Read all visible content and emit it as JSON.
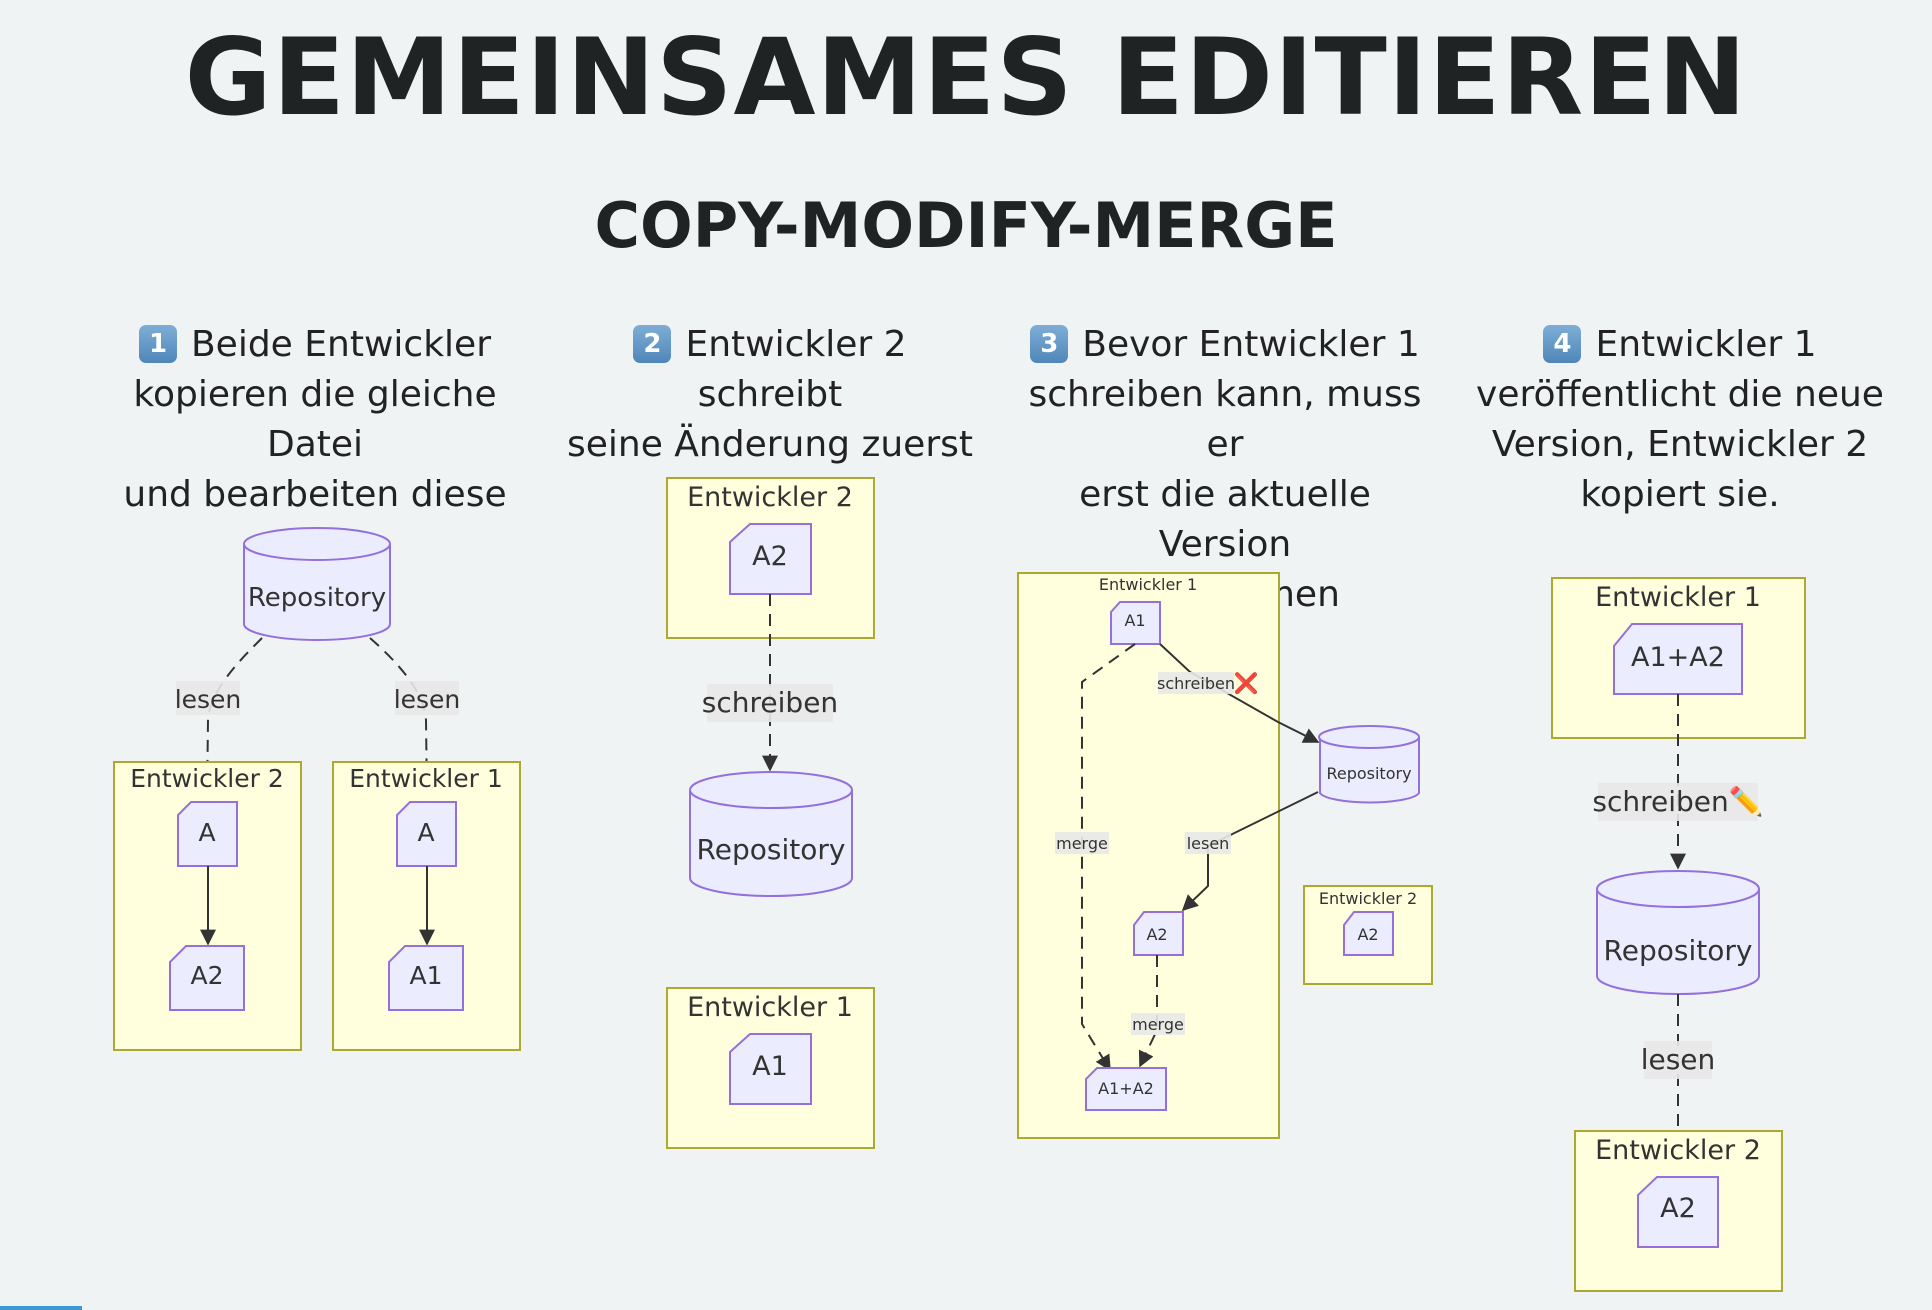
{
  "title": "GEMEINSAMES EDITIEREN",
  "subtitle": "COPY-MODIFY-MERGE",
  "steps": [
    {
      "badge": "1",
      "caption_lines": [
        "Beide Entwickler",
        "kopieren die gleiche Datei",
        "und bearbeiten diese"
      ]
    },
    {
      "badge": "2",
      "caption_lines": [
        "Entwickler 2 schreibt",
        "seine Änderung zuerst"
      ]
    },
    {
      "badge": "3",
      "caption_lines": [
        "Bevor Entwickler 1",
        "schreiben kann, muss er",
        "erst die aktuelle Version",
        "übernehmen"
      ]
    },
    {
      "badge": "4",
      "caption_lines": [
        "Entwickler 1",
        "veröffentlicht die neue",
        "Version, Entwickler 2",
        "kopiert sie."
      ]
    }
  ],
  "diagram1": {
    "repository": "Repository",
    "edge_left": "lesen",
    "edge_right": "lesen",
    "cluster_left": "Entwickler 2",
    "cluster_right": "Entwickler 1",
    "left_top": "A",
    "left_bottom": "A2",
    "right_top": "A",
    "right_bottom": "A1"
  },
  "diagram2": {
    "cluster_top": "Entwickler 2",
    "node_top": "A2",
    "edge": "schreiben",
    "repository": "Repository",
    "cluster_bottom": "Entwickler 1",
    "node_bottom": "A1"
  },
  "diagram3": {
    "cluster_main": "Entwickler 1",
    "node_a1": "A1",
    "edge_write": "schreiben",
    "edge_write_mark": "❌",
    "repository": "Repository",
    "edge_merge_left": "merge",
    "edge_read": "lesen",
    "node_a2": "A2",
    "edge_merge_bottom": "merge",
    "node_result": "A1+A2",
    "cluster_side": "Entwickler 2",
    "node_side": "A2"
  },
  "diagram4": {
    "cluster_top": "Entwickler 1",
    "node_top": "A1+A2",
    "edge_write": "schreiben✏️",
    "repository": "Repository",
    "edge_read": "lesen",
    "cluster_bottom": "Entwickler 2",
    "node_bottom": "A2"
  },
  "colors": {
    "background": "#eff3f4",
    "cluster_fill": "#ffffde",
    "cluster_stroke": "#aaaa33",
    "node_fill": "#ececff",
    "node_stroke": "#9370db"
  }
}
